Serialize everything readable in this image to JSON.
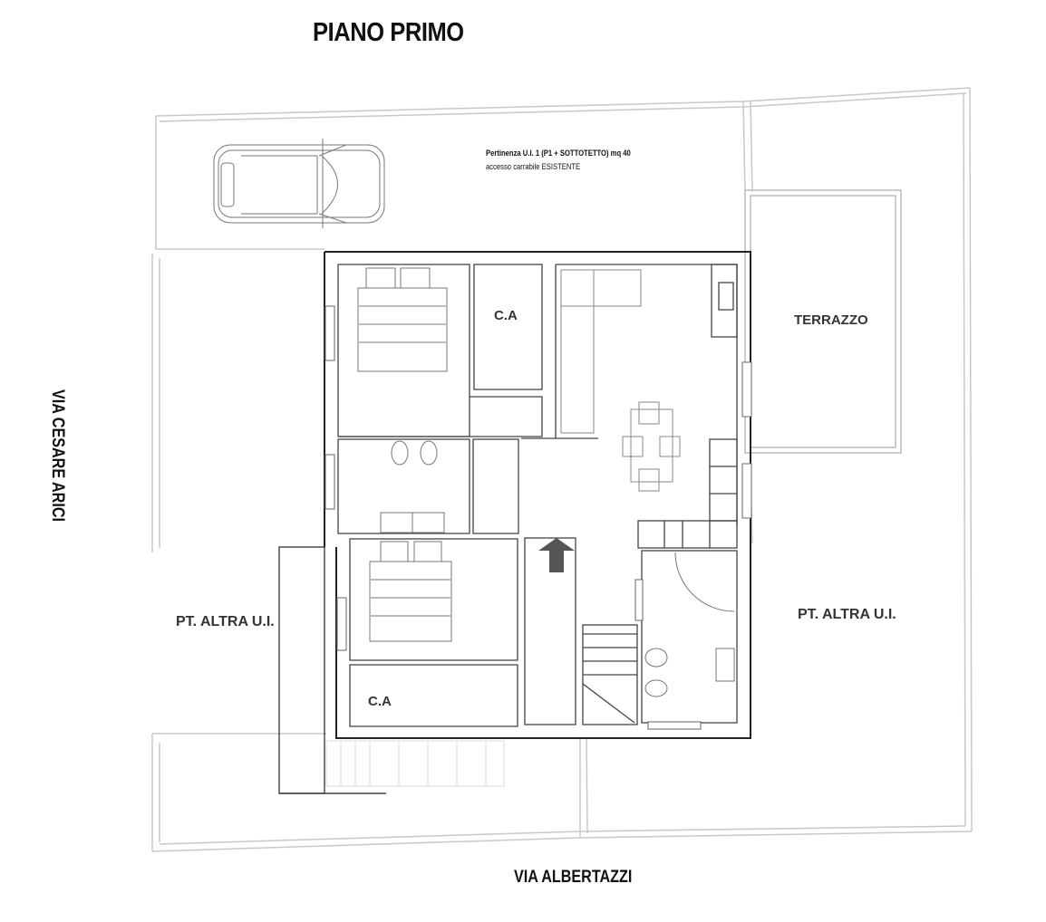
{
  "title": "PIANO PRIMO",
  "streets": {
    "left": "VIA CESARE ARICI",
    "bottom": "VIA ALBERTAZZI"
  },
  "notes": {
    "pertinenza": "Pertinenza U.I. 1  (P1 + SOTTOTETTO) mq 40",
    "accesso": "accesso carrabile ESISTENTE"
  },
  "rooms": {
    "terrazzo": "TERRAZZO",
    "closet_top": "C.A",
    "closet_bottom": "C.A",
    "altra_left": "PT. ALTRA U.I.",
    "altra_right": "PT. ALTRA U.I."
  },
  "colors": {
    "wall": "#222222",
    "lot": "#c8c8c8",
    "furniture": "#666666",
    "arrow": "#555555"
  }
}
